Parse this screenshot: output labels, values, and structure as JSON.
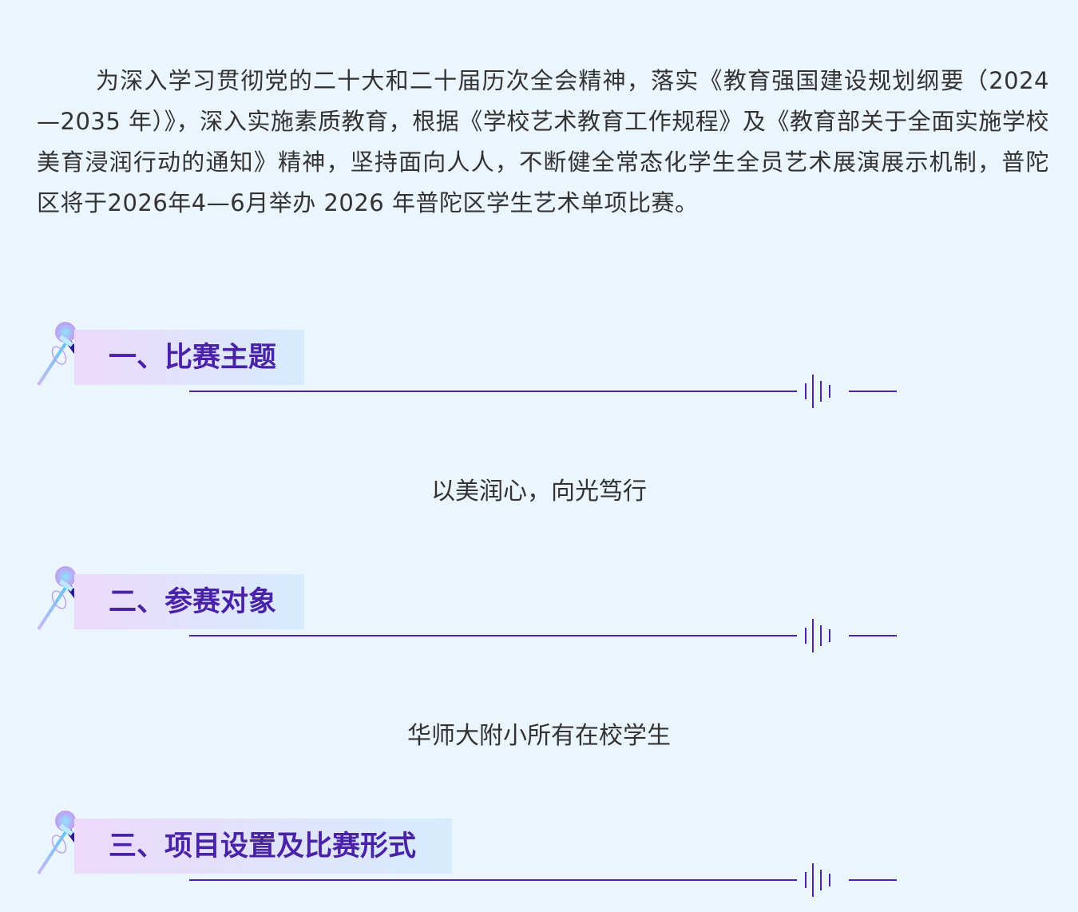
{
  "intro": "为深入学习贯彻党的二十大和二十届历次全会精神，落实《教育强国建设规划纲要（2024—2035 年）》，深入实施素质教育，根据《学校艺术教育工作规程》及《教育部关于全面实施学校美育浸润行动的通知》精神，坚持面向人人，不断健全常态化学生全员艺术展演展示机制，普陀区将于2026年4—6月举办 2026 年普陀区学生艺术单项比赛。",
  "sections": [
    {
      "title": "一、比赛主题",
      "content": "以美润心，向光笃行"
    },
    {
      "title": "二、参赛对象",
      "content": "华师大附小所有在校学生"
    },
    {
      "title": "三、项目设置及比赛形式"
    }
  ],
  "colors": {
    "accent": "#4a22b5",
    "background": "#ebf5fe"
  }
}
